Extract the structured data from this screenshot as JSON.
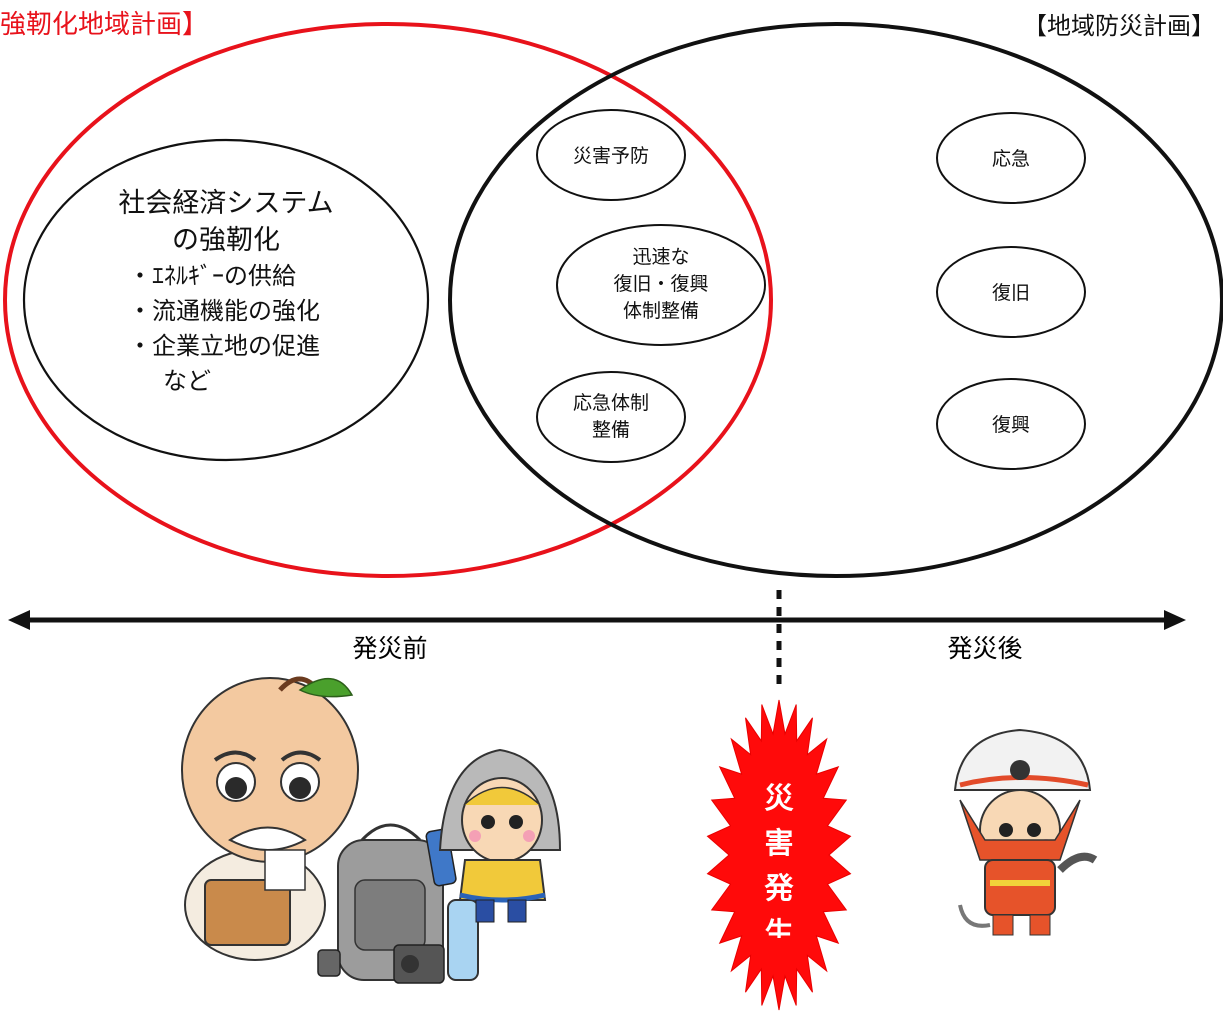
{
  "titles": {
    "resilience_plan": "強靭化地域計画】",
    "disaster_plan": "【地域防災計画】"
  },
  "left_ellipse": {
    "heading_line1": "社会経済システム",
    "heading_line2": "の強靭化",
    "bullets": [
      "・ｴﾈﾙｷﾞｰの供給",
      "・流通機能の強化",
      "・企業立地の促進"
    ],
    "suffix": "など"
  },
  "overlap_items": {
    "prevention": "災害予防",
    "recovery_system": [
      "迅速な",
      "復旧・復興",
      "体制整備"
    ],
    "emergency_system": [
      "応急体制",
      "整備"
    ]
  },
  "right_items": {
    "emergency": "応急",
    "restoration": "復旧",
    "reconstruction": "復興"
  },
  "timeline": {
    "before": "発災前",
    "after": "発災後"
  },
  "burst": {
    "chars": [
      "災",
      "害",
      "発",
      "生"
    ]
  },
  "colors": {
    "red": "#e8121b",
    "black": "#111111",
    "burst_red": "#ff0a0a"
  },
  "illustrations": [
    "elder-mascot-with-clipboard",
    "emergency-backpack",
    "hooded-child-mascot",
    "firefighter-mascot"
  ]
}
